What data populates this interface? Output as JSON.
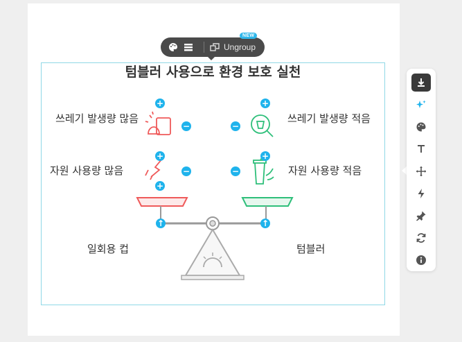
{
  "toolbar": {
    "ungroup_label": "Ungroup",
    "new_badge": "NEW"
  },
  "infographic": {
    "title": "텀블러 사용으로 환경 보호 실천",
    "left_items": [
      "쓰레기 발생량 많음",
      "자원 사용량 많음"
    ],
    "right_items": [
      "쓰레기 발생량 적음",
      "자원 사용량 적음"
    ],
    "left_label": "일회용 컵",
    "right_label": "텀블러",
    "colors": {
      "left": "#ef5a5a",
      "right": "#2ebf7a",
      "handle": "#1fb3ec"
    }
  },
  "sidebar": {
    "tools": [
      "download-icon",
      "sparkle-icon",
      "palette-icon",
      "text-icon",
      "move-icon",
      "lightning-icon",
      "pin-icon",
      "refresh-icon",
      "info-icon"
    ]
  }
}
